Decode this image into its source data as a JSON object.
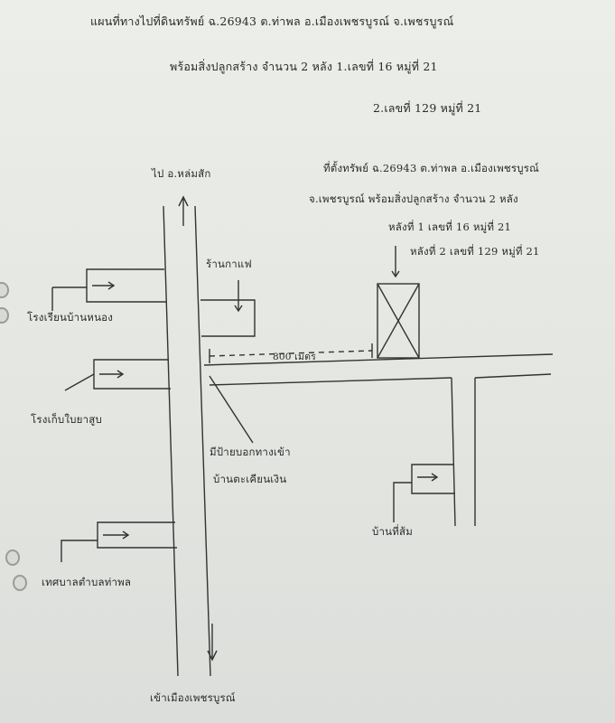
{
  "header": {
    "line1": "แผนที่ทางไปที่ดินทรัพย์  ฉ.26943  ต.ท่าพล  อ.เมืองเพชรบูรณ์  จ.เพชรบูรณ์",
    "line2": "พร้อมสิ่งปลูกสร้าง จำนวน  2  หลัง  1.เลขที่  16    หมู่ที่  21",
    "line3": "2.เลขที่  129  หมู่ที่  21"
  },
  "info": {
    "line1": "ที่ตั้งทรัพย์  ฉ.26943  ต.ท่าพล  อ.เมืองเพชรบูรณ์",
    "line2": "จ.เพชรบูรณ์  พร้อมสิ่งปลูกสร้าง  จำนวน  2  หลัง",
    "line3": "หลังที่  1  เลขที่  16    หมู่ที่  21",
    "line4": "หลังที่  2   เลขที่  129   หมู่ที่  21"
  },
  "labels": {
    "to_lom_sak": "ไป  อ.หล่มสัก",
    "coffee_shop": "ร้านกาแฟ",
    "school": "โรงเรียนบ้านหนอง",
    "tobacco": "โรงเก็บใบยาสูบ",
    "distance": "800  เมตร",
    "sign": "มีป้ายบอกทางเข้า",
    "village": "บ้านตะเคียนเงิน",
    "orange_house": "บ้านที่ส้ม",
    "municipality": "เทศบาลตำบลท่าพล",
    "to_city": "เข้าเมืองเพชรบูรณ์"
  }
}
